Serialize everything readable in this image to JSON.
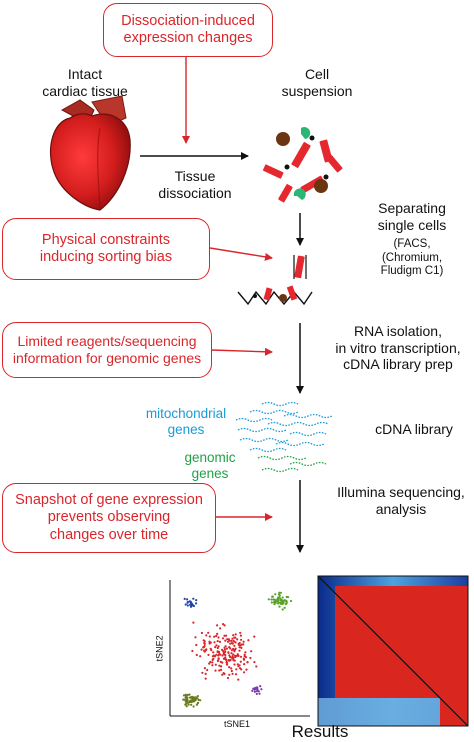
{
  "bias_boxes": [
    {
      "line1": "Dissociation-induced",
      "line2": "expression changes",
      "line3": ""
    },
    {
      "line1": "Physical constraints",
      "line2": "inducing sorting bias",
      "line3": ""
    },
    {
      "line1": "Limited reagents/sequencing",
      "line2": "information for genomic genes",
      "line3": ""
    },
    {
      "line1": "Snapshot of gene expression",
      "line2": "prevents observing",
      "line3": "changes over time"
    }
  ],
  "labels": {
    "intact_tissue": [
      "Intact",
      "cardiac tissue"
    ],
    "cell_suspension": [
      "Cell",
      "suspension"
    ],
    "tissue_dissociation": [
      "Tissue",
      "dissociation"
    ],
    "separating": [
      "Separating",
      "single cells"
    ],
    "separating_methods": [
      "(FACS,",
      "(Chromium,",
      "Fludigm C1)"
    ],
    "rna_isolation": [
      "RNA isolation,",
      "in vitro transcription,",
      "cDNA library prep"
    ],
    "mito_genes": [
      "mitochondrial",
      "genes"
    ],
    "genomic_genes": [
      "genomic",
      "genes"
    ],
    "cdna_library": "cDNA library",
    "illumina": [
      "Illumina sequencing,",
      "analysis"
    ],
    "tsne_x": "tSNE1",
    "tsne_y": "tSNE2",
    "results": "Results"
  },
  "colors": {
    "red_accent": "#d9262b",
    "mito_blue": "#1a9bd7",
    "genomic_green": "#22a047",
    "heart_red": "#c4161c",
    "cluster_blue": "#2244aa",
    "cluster_green": "#5aa02c",
    "cluster_olive": "#6b7a1e",
    "cluster_purple": "#7b3aa8"
  }
}
